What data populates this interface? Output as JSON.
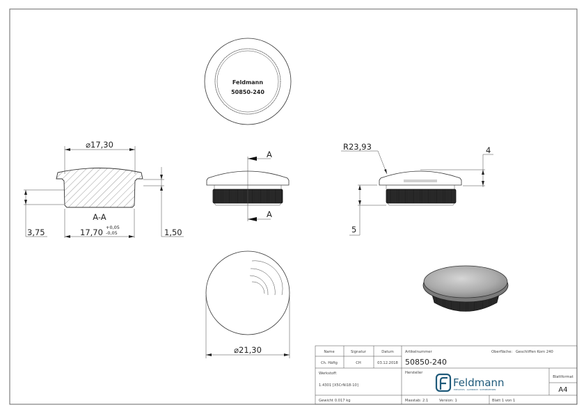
{
  "drawing": {
    "top_view": {
      "engraving_line1": "Feldmann",
      "engraving_line2": "50850-240"
    },
    "section_view": {
      "label": "A-A",
      "dim_top_diameter": "17,30",
      "dim_bottom": "17,70",
      "tol_upper": "+0,05",
      "tol_lower": "-0,05",
      "dim_left": "3,75",
      "dim_right": "1,50",
      "diameter_symbol": "⌀"
    },
    "front_view": {
      "section_marker_top": "A",
      "section_marker_bottom": "A"
    },
    "side_view": {
      "radius_label": "R23,93",
      "dim_height_top": "4",
      "dim_height_left": "5"
    },
    "bottom_view": {
      "diameter_symbol": "⌀",
      "diameter": "21,30"
    }
  },
  "title_block": {
    "name_header": "Name",
    "signatur_header": "Signatur",
    "datum_header": "Datum",
    "name_value": "Ch. Häfig",
    "signatur_value": "CH",
    "datum_value": "03.12.2018",
    "artikelnummer_label": "Artikelnummer",
    "artikelnummer_value": "50850-240",
    "oberflaeche_label": "Oberfläche:",
    "oberflaeche_value": "Geschliffen Korn 240",
    "werkstoff_label": "Werkstoff:",
    "werkstoff_value": "1.4301 [X5CrNi18-10]",
    "hersteller_label": "Hersteller",
    "logo_text": "Feldmann",
    "logo_subtitle": "EDELSTAHL · ALUMINIUM · SCHMIEDEEISEN",
    "logo_color": "#1f5a7a",
    "blattformat_label": "Blattformat",
    "blattformat_value": "A4",
    "gewicht": "Gewicht 0.017 kg",
    "masstab": "Masstab: 2:1",
    "version": "Version: 1",
    "blatt": "Blatt 1 von 1"
  }
}
